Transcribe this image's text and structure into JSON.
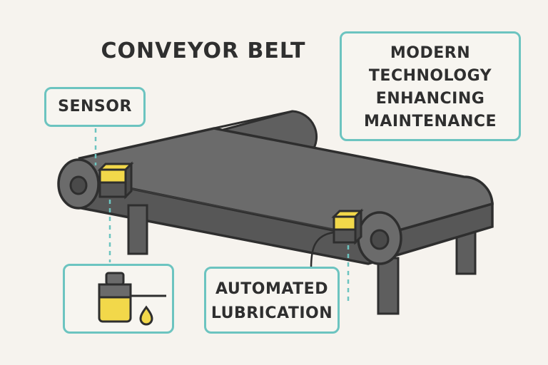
{
  "title": "CONVEYOR BELT",
  "callouts": {
    "sensor": "SENSOR",
    "headline": [
      "MODERN",
      "TECHNOLOGY",
      "ENHANCING",
      "MAINTENANCE"
    ],
    "lubrication": [
      "AUTOMATED",
      "LUBRICATION"
    ]
  },
  "icons": {
    "sensor": "sensor-icon",
    "oil_dispenser": "oil-dispenser-icon",
    "oil_drop": "oil-drop-icon"
  },
  "colors": {
    "accent": "#6cc4c0",
    "belt": "#6b6b6b",
    "frame": "#5e5e5e",
    "sensor": "#f2d84a",
    "outline": "#2e2e2e",
    "background": "#f6f3ee"
  }
}
